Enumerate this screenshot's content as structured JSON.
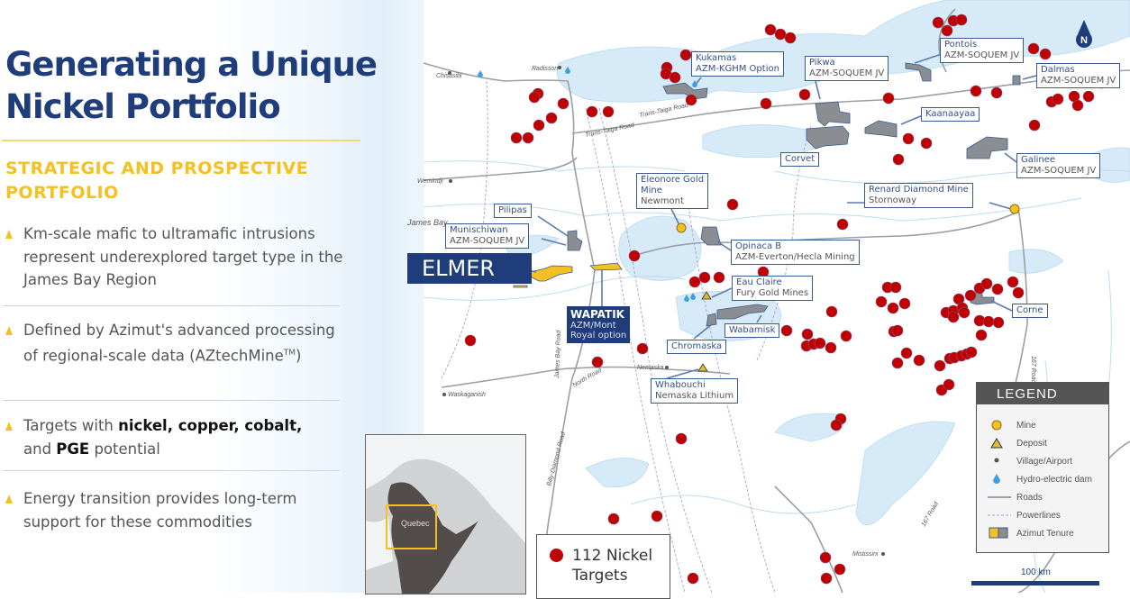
{
  "slide": {
    "title_line1": "Generating a Unique",
    "title_line2": "Nickel Portfolio",
    "subtitle_line1": "STRATEGIC AND PROSPECTIVE",
    "subtitle_line2": "PORTFOLIO",
    "bullets": [
      {
        "text": "Km-scale mafic to ultramafic intrusions represent underexplored target type in the James Bay Region"
      },
      {
        "pre": "Defined by Azimut's advanced processing of regional-scale data (AZtechMine",
        "sup": "TM",
        "post": ")"
      },
      {
        "pre": "Targets with ",
        "bold1": "nickel, copper, cobalt,",
        "mid": " and ",
        "bold2": "PGE",
        "post": " potential"
      },
      {
        "text": "Energy transition provides long-term support for these commodities"
      }
    ],
    "accent_color": "#f5c022",
    "title_color": "#1f3d7a"
  },
  "map": {
    "places": {
      "chisasibi": "Chisasibi",
      "radisson": "Radisson",
      "wemindji": "Wemindji",
      "james_bay": "James Bay",
      "nemaska": "Nemaska",
      "waskaganish": "Waskaganish",
      "mistissini": "Mistissini"
    },
    "roads": {
      "trans_taiga_1": "Trans-Taiga Road",
      "trans_taiga_2": "Trans-Taiga Road",
      "james_bay_road": "James Bay Road",
      "north_road": "North Road",
      "billy_diamond": "Billy-Diamond Road",
      "road_167_a": "167 Road",
      "road_167_b": "167 Road"
    },
    "projects": {
      "kukamas": {
        "name": "Kukamas",
        "partner": "AZM-KGHM Option"
      },
      "pikwa": {
        "name": "Pikwa",
        "partner": "AZM-SOQUEM JV"
      },
      "pontois": {
        "name": "Pontois",
        "partner": "AZM-SOQUEM JV"
      },
      "dalmas": {
        "name": "Dalmas",
        "partner": "AZM-SOQUEM JV"
      },
      "kaanaayaa": {
        "name": "Kaanaayaa"
      },
      "corvet": {
        "name": "Corvet"
      },
      "galinee": {
        "name": "Galinee",
        "partner": "AZM-SOQUEM JV"
      },
      "pilipas": {
        "name": "Pilipas"
      },
      "munischiwan": {
        "name": "Munischiwan",
        "partner": "AZM-SOQUEM JV"
      },
      "elmer": {
        "name": "ELMER"
      },
      "wapatik": {
        "name": "WAPATIK",
        "partner_line1": "AZM/Mont",
        "partner_line2": "Royal option"
      },
      "opinaca_b": {
        "name": "Opinaca B",
        "partner": "AZM-Everton/Hecla Mining"
      },
      "wabamisk": {
        "name": "Wabamisk"
      },
      "chromaska": {
        "name": "Chromaska"
      },
      "corne": {
        "name": "Corne"
      }
    },
    "mines": {
      "eleonore": {
        "name_line1": "Eleonore Gold",
        "name_line2": "Mine",
        "owner": "Newmont"
      },
      "renard": {
        "name": "Renard Diamond Mine",
        "owner": "Stornoway"
      }
    },
    "deposits": {
      "eau_claire": {
        "name": "Eau Claire",
        "owner": "Fury Gold Mines"
      },
      "whabouchi": {
        "name": "Whabouchi",
        "owner": "Nemaska Lithium"
      }
    },
    "north_label": "N",
    "scale_label": "100 km",
    "nickel_targets_line1": "112 Nickel",
    "nickel_targets_line2": "Targets",
    "inset_label": "Quebec",
    "colors": {
      "target": "#c00000",
      "water": "#d6eaf7",
      "tenure_azimut": "#f5c022",
      "tenure_partner": "#8a8d91",
      "label_border": "#3a5a92"
    }
  },
  "legend": {
    "title": "LEGEND",
    "items": [
      {
        "label": "Mine",
        "icon": "mine-icon"
      },
      {
        "label": "Deposit",
        "icon": "deposit-triangle-icon"
      },
      {
        "label": "Village/Airport",
        "icon": "village-dot-icon"
      },
      {
        "label": "Hydro-electric dam",
        "icon": "water-drop-icon"
      },
      {
        "label": "Roads",
        "icon": "road-line-icon"
      },
      {
        "label": "Powerlines",
        "icon": "powerline-dashed-icon"
      },
      {
        "label": "Azimut Tenure",
        "icon": "tenure-swatch-icon"
      }
    ]
  }
}
